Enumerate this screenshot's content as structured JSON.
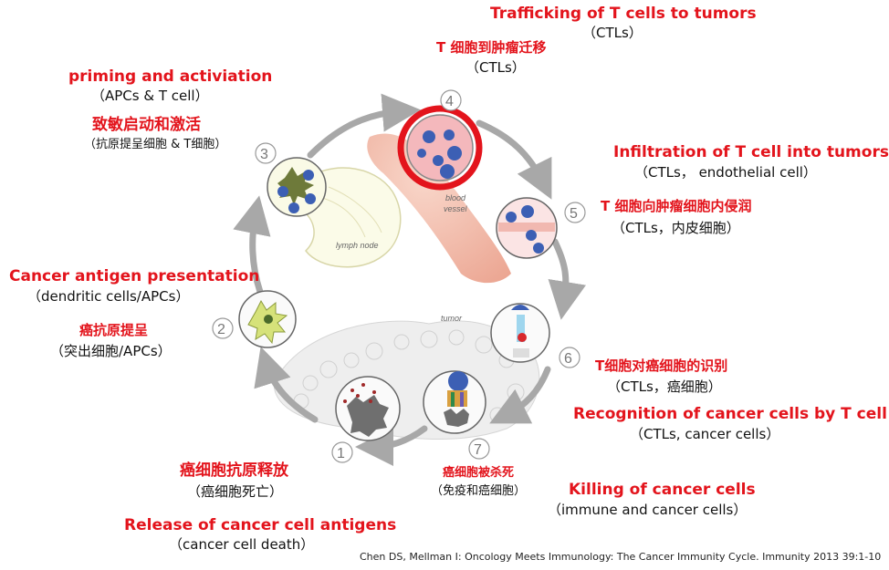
{
  "steps": {
    "s4": {
      "num": "4",
      "en_title": "Trafficking of T cells to tumors",
      "en_sub": "（CTLs）",
      "zh_title": "T 细胞到肿瘤迁移",
      "zh_sub": "（CTLs）"
    },
    "s3": {
      "num": "3",
      "en_title": "priming and activiation",
      "en_sub": "（APCs & T cell）",
      "zh_title": "致敏启动和激活",
      "zh_sub": "（抗原提呈细胞 & T细胞）"
    },
    "s5": {
      "num": "5",
      "en_title": "Infiltration of T cell into tumors",
      "en_sub": "（CTLs， endothelial cell）",
      "zh_title": "T 细胞向肿瘤细胞内侵润",
      "zh_sub": "（CTLs，内皮细胞）"
    },
    "s2": {
      "num": "2",
      "en_title": "Cancer antigen presentation",
      "en_sub": "（dendritic cells/APCs）",
      "zh_title": "癌抗原提呈",
      "zh_sub": "（突出细胞/APCs）"
    },
    "s6": {
      "num": "6",
      "zh_title": "T细胞对癌细胞的识别",
      "zh_sub": "（CTLs，癌细胞）",
      "en_title": "Recognition of cancer cells by T cell",
      "en_sub": "（CTLs, cancer cells）"
    },
    "s7": {
      "num": "7",
      "zh_title": "癌细胞被杀死",
      "zh_sub": "（免疫和癌细胞）",
      "en_title": "Killing of cancer cells",
      "en_sub": "（immune and cancer cells）"
    },
    "s1": {
      "num": "1",
      "zh_title": "癌细胞抗原释放",
      "zh_sub": "（癌细胞死亡）",
      "en_title": "Release of cancer cell antigens",
      "en_sub": "（cancer cell death）"
    }
  },
  "diagram_labels": {
    "blood_vessel_1": "blood",
    "blood_vessel_2": "vessel",
    "lymph_node": "lymph node",
    "tumor": "tumor"
  },
  "citation": "Chen DS, Mellman I: Oncology Meets Immunology: The Cancer Immunity Cycle. Immunity 2013 39:1-10",
  "colors": {
    "title_red": "#e3141c",
    "highlight_ring": "#e3141c",
    "cycle_arrow": "#a8a8a8"
  }
}
